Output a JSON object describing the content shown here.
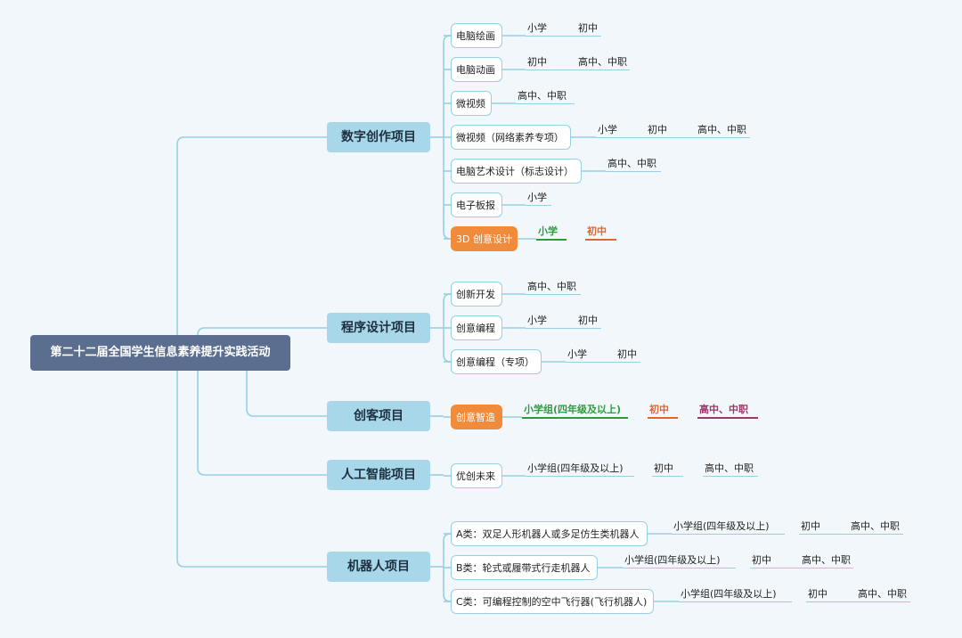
{
  "colors": {
    "line": "#98cfe4",
    "green": "#2a9d3a",
    "orange": "#e8632c",
    "purple": "#a0356c"
  },
  "root": {
    "label": "第二十二届全国学生信息素养提升实践活动"
  },
  "categories": [
    {
      "label": "数字创作项目",
      "items": [
        {
          "label": "电脑绘画",
          "levels": [
            "小学",
            "初中"
          ]
        },
        {
          "label": "电脑动画",
          "levels": [
            "初中",
            "高中、中职"
          ]
        },
        {
          "label": "微视频",
          "levels": [
            "高中、中职"
          ]
        },
        {
          "label": "微视频（网络素养专项）",
          "levels": [
            "小学",
            "初中",
            "高中、中职"
          ]
        },
        {
          "label": "电脑艺术设计（标志设计）",
          "levels": [
            "高中、中职"
          ]
        },
        {
          "label": "电子板报",
          "levels": [
            "小学"
          ]
        },
        {
          "label": "3D 创意设计",
          "levels": [
            "小学",
            "初中"
          ]
        }
      ]
    },
    {
      "label": "程序设计项目",
      "items": [
        {
          "label": "创新开发",
          "levels": [
            "高中、中职"
          ]
        },
        {
          "label": "创意编程",
          "levels": [
            "小学",
            "初中"
          ]
        },
        {
          "label": "创意编程（专项）",
          "levels": [
            "小学",
            "初中"
          ]
        }
      ]
    },
    {
      "label": "创客项目",
      "items": [
        {
          "label": "创意智造",
          "levels": [
            "小学组(四年级及以上)",
            "初中",
            "高中、中职"
          ]
        }
      ]
    },
    {
      "label": "人工智能项目",
      "items": [
        {
          "label": "优创未来",
          "levels": [
            "小学组(四年级及以上)",
            "初中",
            "高中、中职"
          ]
        }
      ]
    },
    {
      "label": "机器人项目",
      "items": [
        {
          "label": "A类：双足人形机器人或多足仿生类机器人",
          "levels": [
            "小学组(四年级及以上)",
            "初中",
            "高中、中职"
          ]
        },
        {
          "label": "B类：轮式或履带式行走机器人",
          "levels": [
            "小学组(四年级及以上)",
            "初中",
            "高中、中职"
          ]
        },
        {
          "label": "C类：可编程控制的空中飞行器(飞行机器人)",
          "levels": [
            "小学组(四年级及以上)",
            "初中",
            "高中、中职"
          ]
        }
      ]
    }
  ]
}
